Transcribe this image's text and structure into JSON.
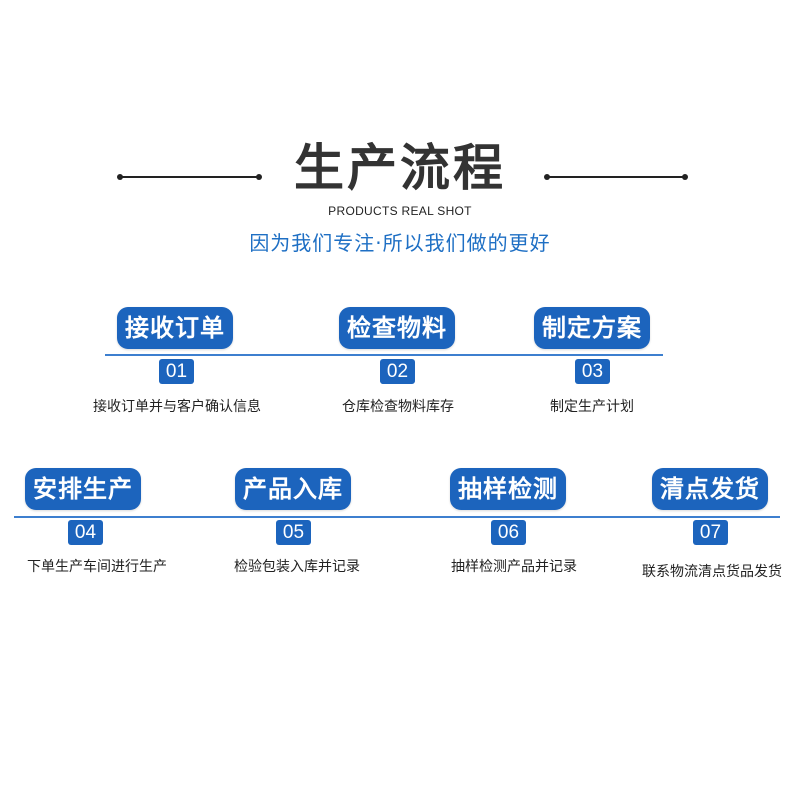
{
  "header": {
    "title": "生产流程",
    "subtitle_en": "PRODUCTS REAL SHOT",
    "slogan": "因为我们专注·所以我们做的更好"
  },
  "colors": {
    "accent": "#1c64bd",
    "line": "#3d7fcf",
    "slogan": "#1e6fc4",
    "title": "#333333"
  },
  "steps": [
    {
      "label": "接收订单",
      "number": "01",
      "description": "接收订单并与客户确认信息"
    },
    {
      "label": "检查物料",
      "number": "02",
      "description": "仓库检查物料库存"
    },
    {
      "label": "制定方案",
      "number": "03",
      "description": "制定生产计划"
    },
    {
      "label": "安排生产",
      "number": "04",
      "description": "下单生产车间进行生产"
    },
    {
      "label": "产品入库",
      "number": "05",
      "description": "检验包装入库并记录"
    },
    {
      "label": "抽样检测",
      "number": "06",
      "description": "抽样检测产品并记录"
    },
    {
      "label": "清点发货",
      "number": "07",
      "description": "联系物流清点货品发货"
    }
  ]
}
